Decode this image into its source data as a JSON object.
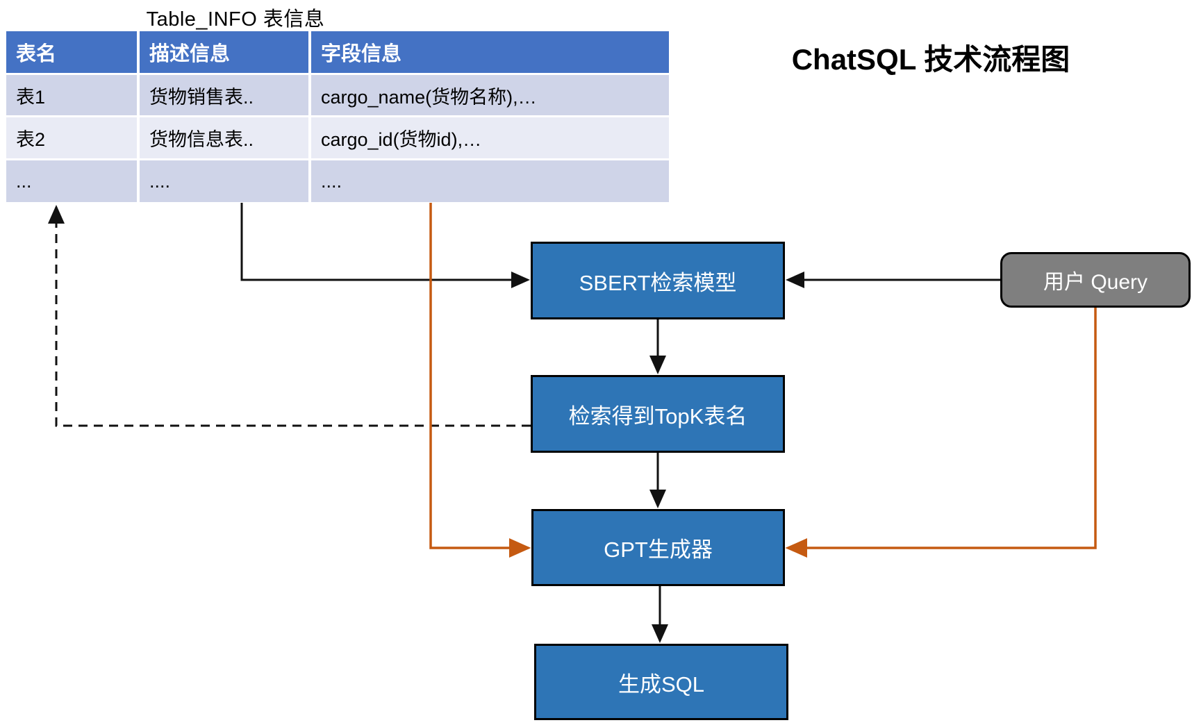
{
  "table": {
    "title": "Table_INFO 表信息",
    "headers": [
      "表名",
      "描述信息",
      "字段信息"
    ],
    "rows": [
      [
        "表1",
        "货物销售表..",
        "cargo_name(货物名称),…"
      ],
      [
        "表2",
        "货物信息表..",
        "cargo_id(货物id),…"
      ],
      [
        "...",
        "....",
        "...."
      ]
    ]
  },
  "diagram": {
    "title": "ChatSQL 技术流程图",
    "nodes": {
      "sbert": {
        "label": "SBERT检索模型"
      },
      "topk": {
        "label": "检索得到TopK表名"
      },
      "gpt": {
        "label": "GPT生成器"
      },
      "sql": {
        "label": "生成SQL"
      },
      "query": {
        "label": "用户 Query"
      }
    }
  },
  "colors": {
    "header_blue": "#4472C4",
    "row_odd": "#CFD4E8",
    "row_even": "#E9EBF5",
    "node_blue": "#2E75B6",
    "query_gray": "#7F7F7F",
    "arrow_black": "#111111",
    "arrow_orange": "#C55A11",
    "text_white": "#FFFFFF"
  }
}
